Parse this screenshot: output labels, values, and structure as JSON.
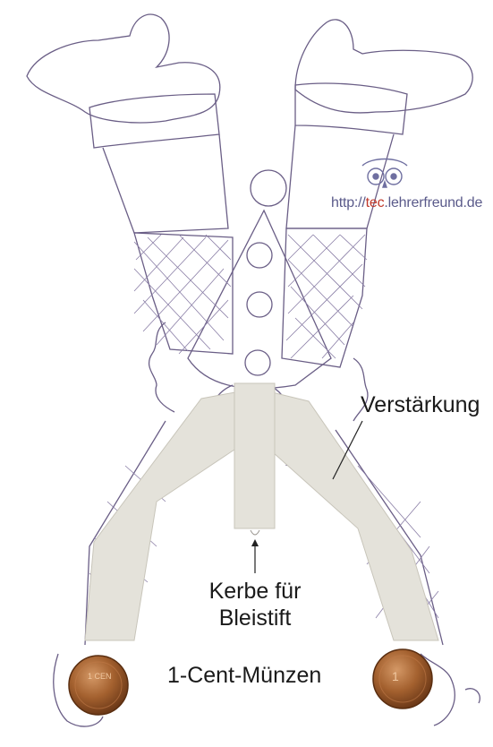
{
  "labels": {
    "reinforcement": "Verstärkung",
    "notch_line1": "Kerbe für",
    "notch_line2": "Bleistift",
    "coins": "1-Cent-Münzen"
  },
  "watermark": {
    "url_prefix": "http://",
    "url_middle": "tec",
    "url_suffix": ".lehrerfreund.de"
  },
  "coin_text": {
    "left": "1 CEN",
    "right": "1"
  },
  "colors": {
    "outline": "#6a5e86",
    "cardboard": "#e4e2da",
    "coin": "#9a5a30"
  },
  "icons": {
    "owl": "owl-logo-icon",
    "arrow": "up-arrow-icon"
  }
}
